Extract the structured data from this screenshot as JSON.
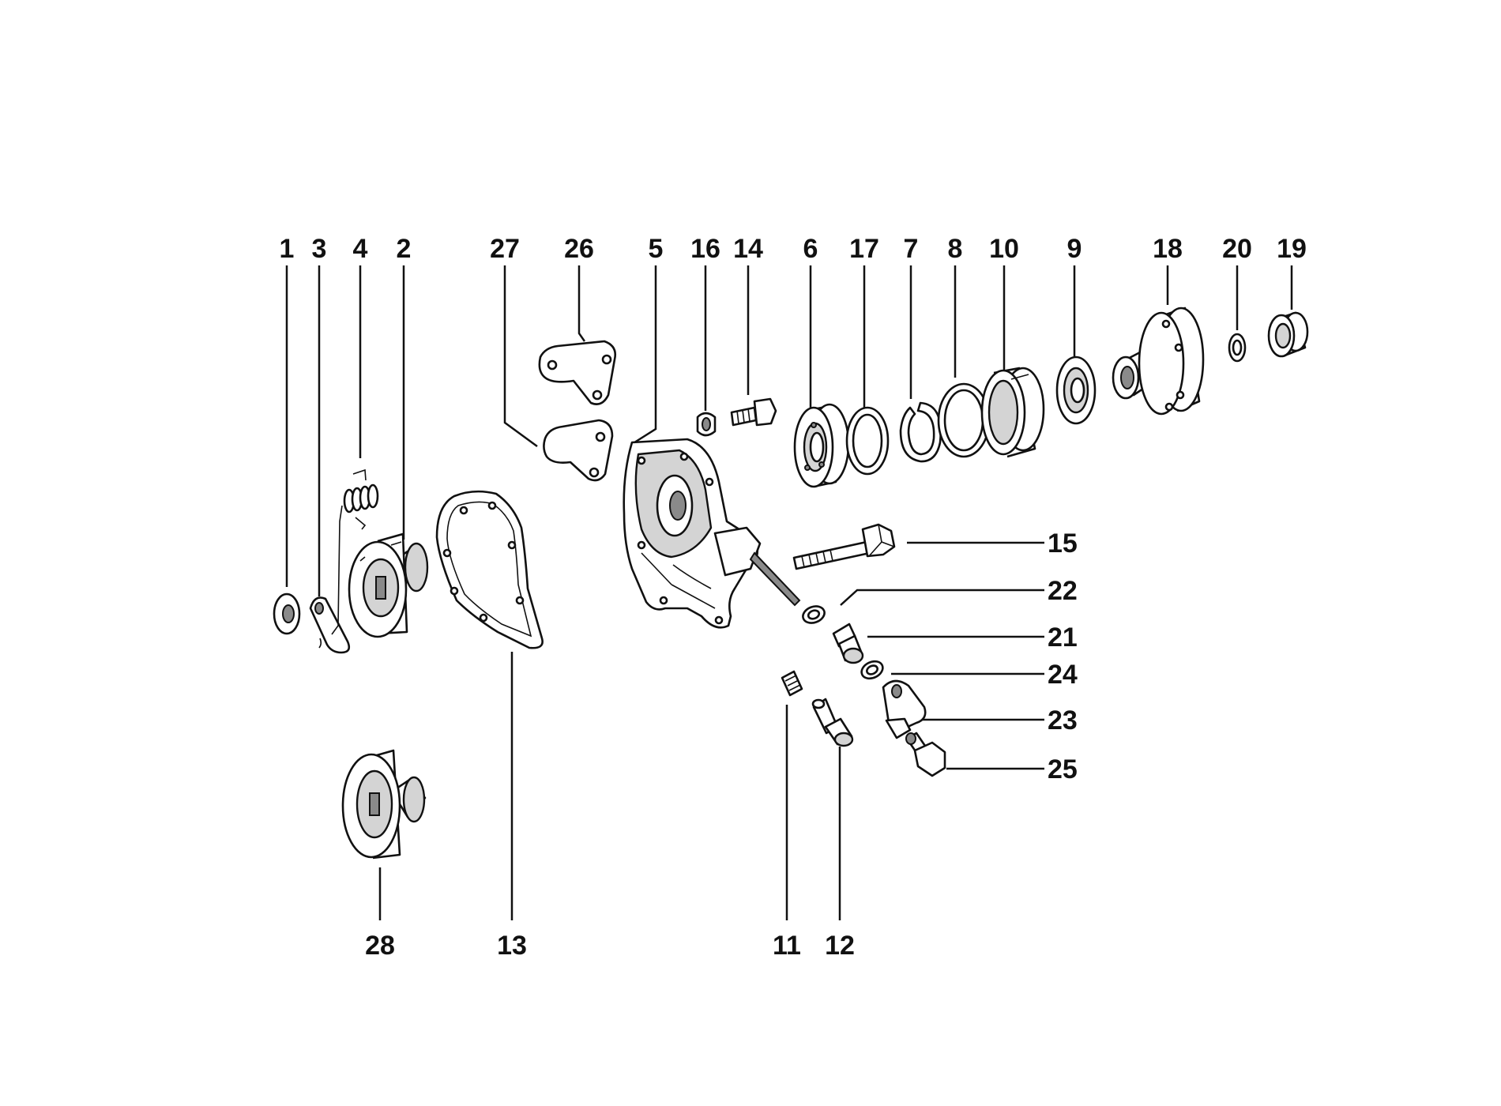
{
  "callouts": [
    "1",
    "3",
    "4",
    "2",
    "27",
    "26",
    "5",
    "16",
    "14",
    "6",
    "17",
    "7",
    "8",
    "10",
    "9",
    "18",
    "20",
    "19",
    "15",
    "22",
    "21",
    "24",
    "23",
    "25",
    "28",
    "13",
    "11",
    "12"
  ]
}
